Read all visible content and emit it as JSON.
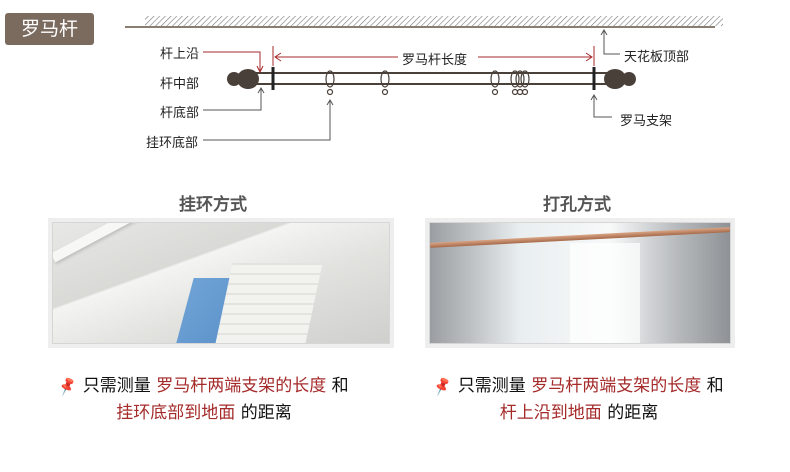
{
  "badge": "罗马杆",
  "diagram": {
    "labels": {
      "rod_top": "杆上沿",
      "rod_middle": "杆中部",
      "rod_bottom": "杆底部",
      "ring_bottom": "挂环底部",
      "rod_length": "罗马杆长度",
      "ceiling_top": "天花板顶部",
      "bracket": "罗马支架"
    }
  },
  "sections": [
    {
      "title": "挂环方式",
      "note": {
        "prefix": "只需测量",
        "highlight1": "罗马杆两端支架的长度",
        "mid": "和",
        "highlight2": "挂环底部到地面",
        "suffix": "的距离"
      }
    },
    {
      "title": "打孔方式",
      "note": {
        "prefix": "只需测量",
        "highlight1": "罗马杆两端支架的长度",
        "mid": "和",
        "highlight2": "杆上沿到地面",
        "suffix": "的距离"
      }
    }
  ],
  "colors": {
    "badge": "#7b6a5e",
    "highlight": "#a52a2a",
    "rod": "#4a403a"
  }
}
